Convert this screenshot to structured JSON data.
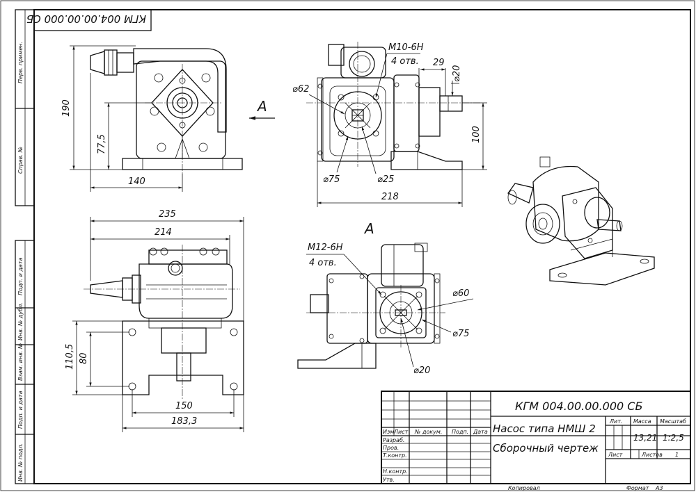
{
  "title_block": {
    "designation": "КГМ 004.00.00.000 СБ",
    "designation_rotated": "КГМ 004.00.00.000 СБ",
    "name_line1": "Насос типа НМШ 2",
    "name_line2": "Сборочный чертеж",
    "col_izm": "Изм",
    "col_list": "Лист",
    "col_doc": "№ докум.",
    "col_sign": "Подп.",
    "col_date": "Дата",
    "row_razrab": "Разраб.",
    "row_prov": "Пров.",
    "row_tkontr": "Т.контр.",
    "row_nkontr": "Н.контр.",
    "row_utv": "Утв.",
    "lit_label": "Лит.",
    "mass_label": "Масса",
    "scale_label": "Масштаб",
    "mass_value": "13,21",
    "scale_value": "1:2,5",
    "sheet_label": "Лист",
    "sheets_label": "Листов",
    "sheets_value": "1",
    "copied_label": "Копировал",
    "format_label": "Формат",
    "format_value": "А3"
  },
  "side_strip": {
    "perv_primen": "Перв. примен.",
    "sprav_no": "Справ. №",
    "podp_data_1": "Подп. и дата",
    "inv_dubl": "Инв. № дубл.",
    "vzam_inv": "Взам. инв. №",
    "podp_data_2": "Подп. и дата",
    "inv_podl": "Инв. № подл."
  },
  "dimensions": {
    "front_height": "190",
    "front_axis_height": "77,5",
    "front_width": "140",
    "side_thread": "М10-6Н",
    "side_holes": "4 отв.",
    "side_d62": "⌀62",
    "side_29": "29",
    "side_d20": "⌀20",
    "side_100": "100",
    "side_d75": "⌀75",
    "side_d25": "⌀25",
    "side_218": "218",
    "top_235": "235",
    "top_214": "214",
    "top_110": "110,5",
    "top_80": "80",
    "top_150": "150",
    "top_183": "183,3",
    "viewA_thread": "М12-6Н",
    "viewA_holes": "4 отв.",
    "viewA_d60": "⌀60",
    "viewA_d75": "⌀75",
    "viewA_d20": "⌀20"
  },
  "view_labels": {
    "arrow_a": "А",
    "view_a": "А"
  }
}
